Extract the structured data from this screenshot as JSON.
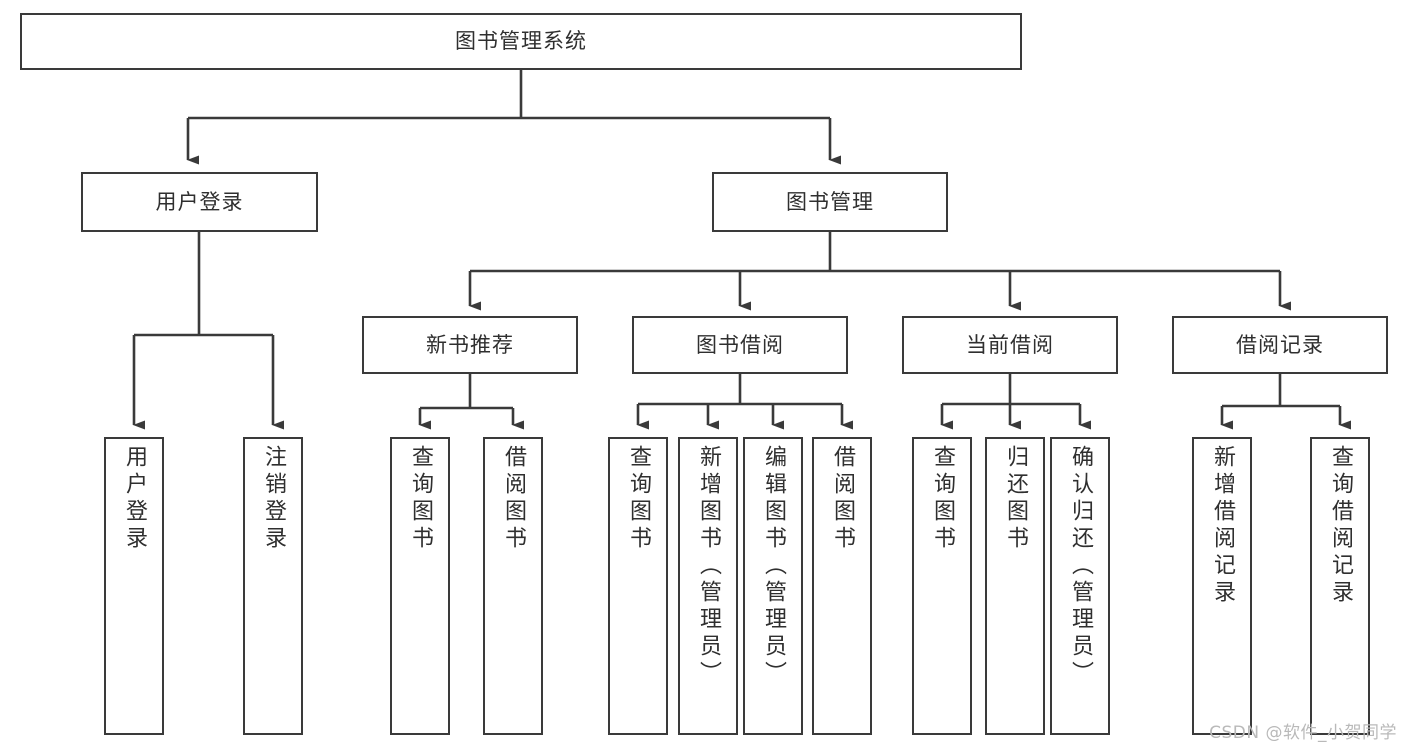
{
  "diagram": {
    "type": "tree",
    "title": "图书管理系统",
    "orientation": "top-down",
    "colors": {
      "box_border": "#3a3a3a",
      "box_fill": "#ffffff",
      "text": "#2f2f2f",
      "connector": "#3a3a3a",
      "watermark": "#b9b9b9"
    },
    "watermark": "CSDN @软件_小贺同学"
  },
  "nodes": {
    "root": {
      "label": "图书管理系统"
    },
    "level1": [
      {
        "id": "user-login",
        "label": "用户登录"
      },
      {
        "id": "book-management",
        "label": "图书管理"
      }
    ],
    "level2": [
      {
        "id": "new-book-recommend",
        "label": "新书推荐",
        "parent": "book-management"
      },
      {
        "id": "book-borrow",
        "label": "图书借阅",
        "parent": "book-management"
      },
      {
        "id": "current-borrow",
        "label": "当前借阅",
        "parent": "book-management"
      },
      {
        "id": "borrow-record",
        "label": "借阅记录",
        "parent": "book-management"
      }
    ],
    "leaves": {
      "user-login": [
        {
          "id": "leaf-user-login",
          "label": "用户登录"
        },
        {
          "id": "leaf-user-logout",
          "label": "注销登录"
        }
      ],
      "new-book-recommend": [
        {
          "id": "leaf-query-book-1",
          "label": "查询图书"
        },
        {
          "id": "leaf-borrow-book-1",
          "label": "借阅图书"
        }
      ],
      "book-borrow": [
        {
          "id": "leaf-query-book-2",
          "label": "查询图书"
        },
        {
          "id": "leaf-add-book",
          "label": "新增图书（管理员）"
        },
        {
          "id": "leaf-edit-book",
          "label": "编辑图书（管理员）"
        },
        {
          "id": "leaf-borrow-book-2",
          "label": "借阅图书"
        }
      ],
      "current-borrow": [
        {
          "id": "leaf-query-book-3",
          "label": "查询图书"
        },
        {
          "id": "leaf-return-book",
          "label": "归还图书"
        },
        {
          "id": "leaf-confirm-return",
          "label": "确认归还（管理员）"
        }
      ],
      "borrow-record": [
        {
          "id": "leaf-add-record",
          "label": "新增借阅记录"
        },
        {
          "id": "leaf-query-record",
          "label": "查询借阅记录"
        }
      ]
    }
  }
}
